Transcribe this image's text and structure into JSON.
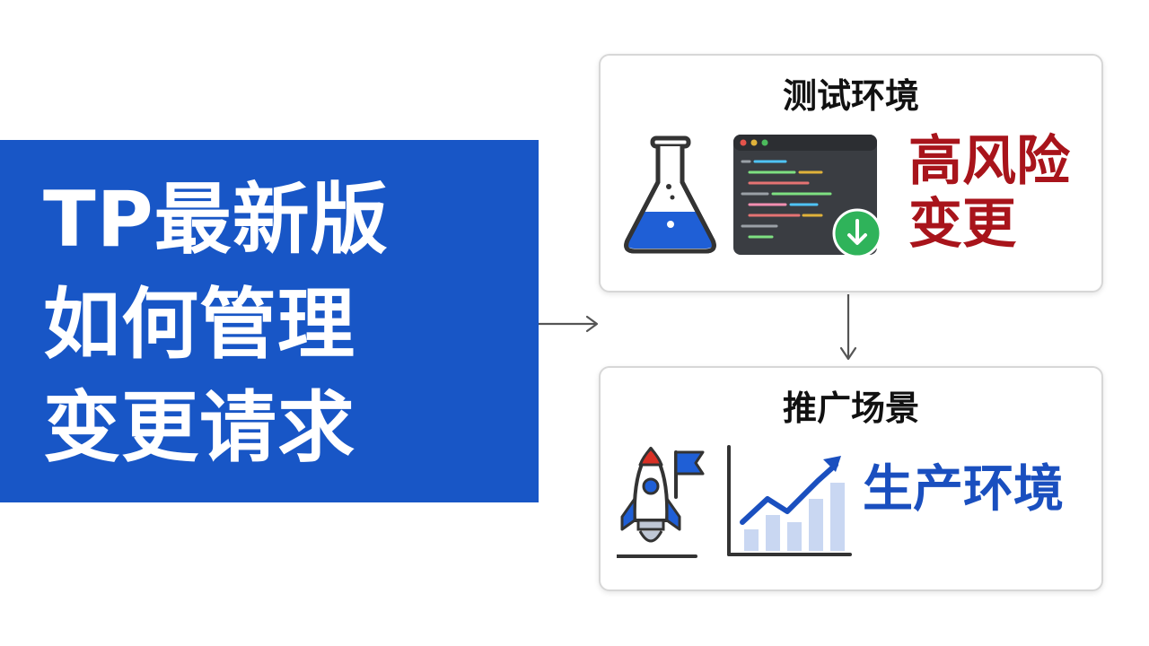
{
  "title": {
    "lines": [
      "TP最新版",
      "如何管理",
      "变更请求"
    ]
  },
  "test_env": {
    "title": "测试环境",
    "risk_lines": [
      "高风险",
      "变更"
    ],
    "icons": [
      "flask-icon",
      "code-window-icon",
      "download-icon"
    ]
  },
  "promotion": {
    "title": "推广场景",
    "label": "生产环境",
    "icons": [
      "rocket-icon",
      "flag-icon",
      "growth-chart-icon"
    ]
  },
  "colors": {
    "title_bg": "#1856c6",
    "risk_red": "#a8141b",
    "prod_blue": "#1a4fbf",
    "download_green": "#2fb35a",
    "code_bg": "#3a3d42"
  }
}
